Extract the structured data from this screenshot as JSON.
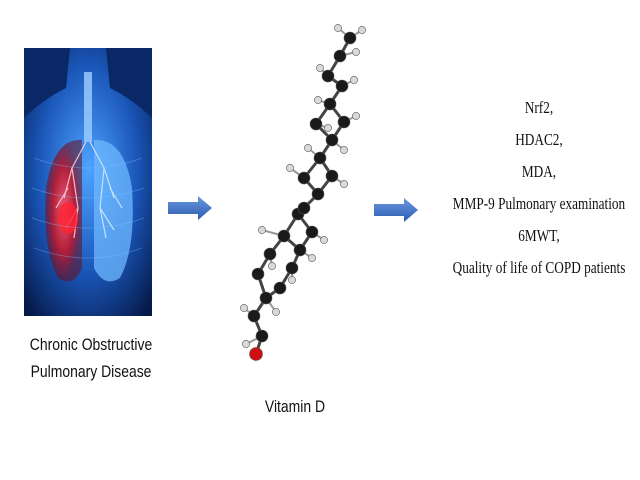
{
  "stage1": {
    "label_line1": "Chronic Obstructive",
    "label_line2": "Pulmonary Disease"
  },
  "stage2": {
    "label": "Vitamin D"
  },
  "outcomes": [
    "Nrf2,",
    "HDAC2,",
    "MDA,",
    "MMP-9 Pulmonary examination",
    "6MWT,",
    "Quality of life of COPD patients"
  ],
  "colors": {
    "arrow": "#3d6fc4",
    "body_blue": "#1a56b8",
    "lung_red": "#c0162b",
    "atom_carbon": "#1a1a1a",
    "atom_hydrogen": "#d9d9d9",
    "atom_oxygen": "#d01010"
  },
  "icons": [
    "lungs-illustration",
    "arrow-right-icon",
    "vitamin-d-molecule"
  ]
}
